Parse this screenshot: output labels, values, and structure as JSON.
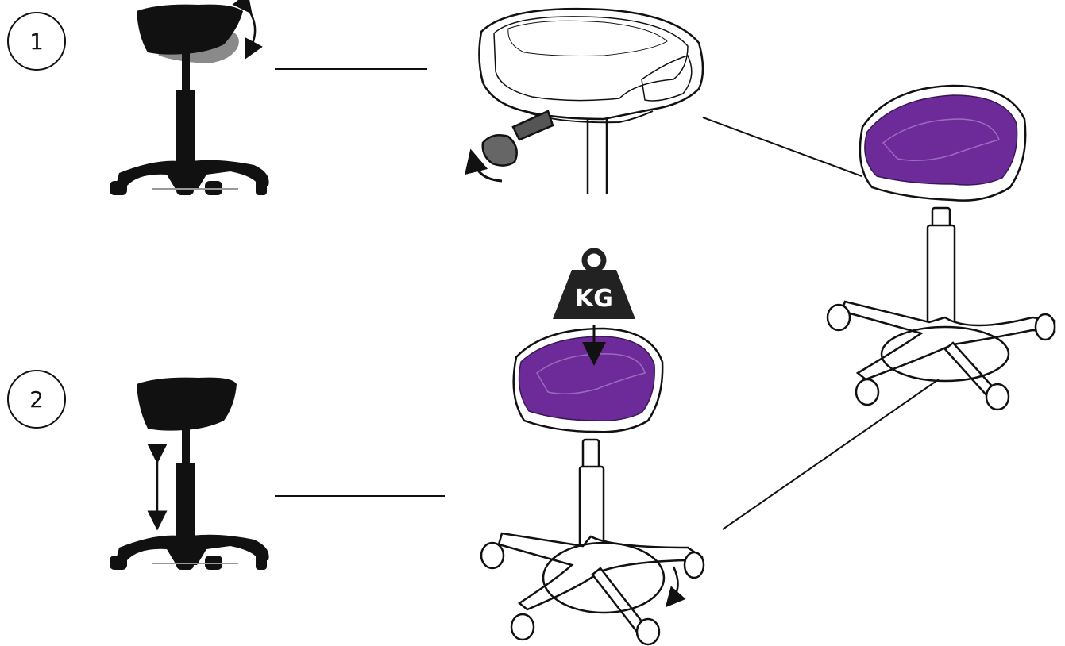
{
  "steps": [
    {
      "number": "1"
    },
    {
      "number": "2"
    }
  ],
  "weight_label": "KG",
  "colors": {
    "seat_accent": "#6d2a99",
    "seat_accent_light": "#9a6cc0",
    "line": "#111111",
    "silhouette": "#111111",
    "tilt_ghost": "#8a8a8a",
    "weight": "#222222"
  },
  "icons": [
    "step-1-badge",
    "step-2-badge",
    "tilt-arrow-icon",
    "height-arrow-icon",
    "rotate-arrow-icon",
    "weight-icon",
    "down-arrow-icon"
  ]
}
